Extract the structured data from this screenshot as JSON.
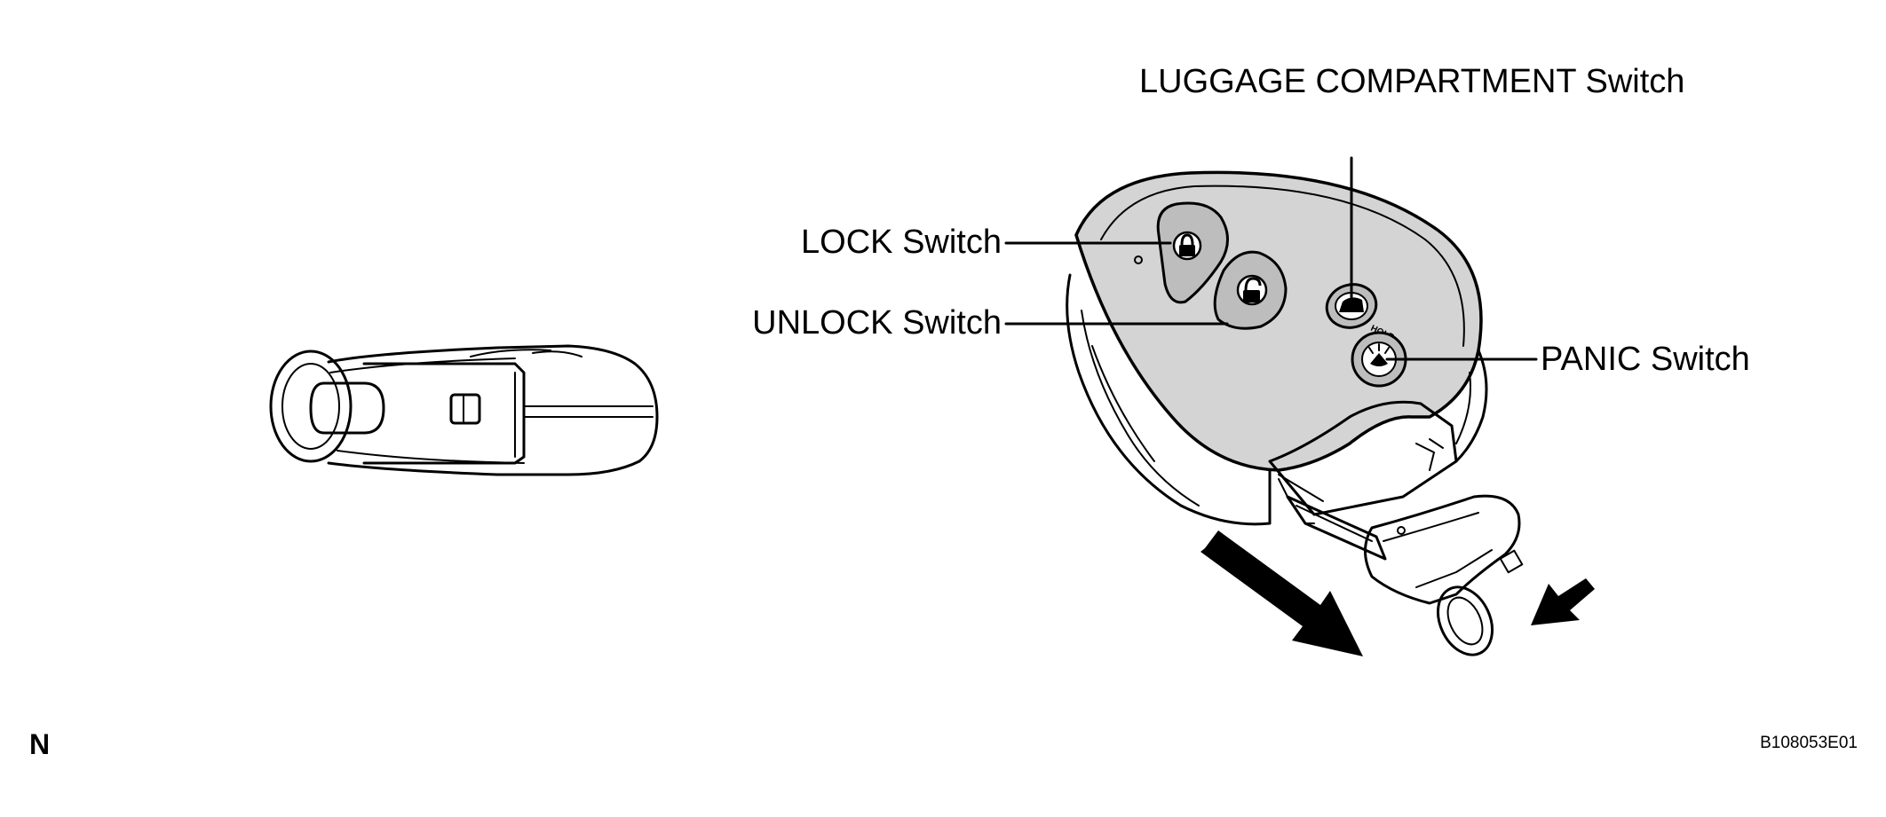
{
  "labels": {
    "luggage": "LUGGAGE COMPARTMENT Switch",
    "lock": "LOCK Switch",
    "unlock": "UNLOCK Switch",
    "panic": "PANIC Switch",
    "corner_mark": "N",
    "figure_id": "B108053E01"
  },
  "colors": {
    "fob_body": "#d4d4d4",
    "button": "#bdbdbd",
    "line": "#000000"
  },
  "icons": [
    "lock-icon",
    "unlock-icon",
    "trunk-icon",
    "horn-icon",
    "arrow-icon",
    "key-ring-icon"
  ]
}
